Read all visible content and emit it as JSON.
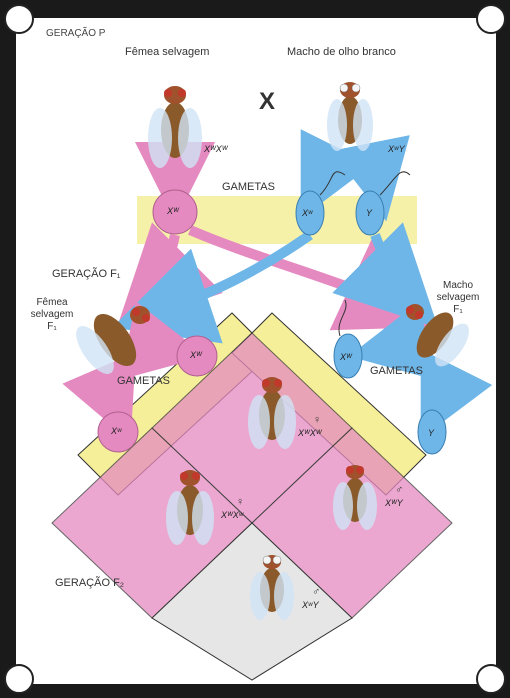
{
  "generation_p": "GERAÇÃO P",
  "female_wild_label": "Fêmea selvagem",
  "male_white_eye_label": "Macho de olho branco",
  "cross_symbol": "X",
  "female_genotype": "XᵂXᵂ",
  "male_genotype": "XʷY",
  "gametes_label": "GAMETAS",
  "gamete_female_p": "Xᵂ",
  "gamete_male_p_x": "Xʷ",
  "gamete_male_p_y": "Y",
  "generation_f1": "GERAÇÃO F₁",
  "female_wild_f1_l1": "Fêmea",
  "female_wild_f1_l2": "selvagem",
  "female_wild_f1_l3": "F₁",
  "male_wild_f1_l1": "Macho",
  "male_wild_f1_l2": "selvagem",
  "male_wild_f1_l3": "F₁",
  "gametes_left_label": "GAMETAS",
  "gametes_right_label": "GAMETAS",
  "gamete_f1_female_1": "Xᵂ",
  "gamete_f1_female_2": "Xʷ",
  "gamete_f1_male_1": "Xᵂ",
  "gamete_f1_male_2": "Y",
  "generation_f2": "GERAÇÃO F₂",
  "f2_top_symbol": "♀",
  "f2_top_genotype": "XᵂXᵂ",
  "f2_left_symbol": "♀",
  "f2_left_genotype": "XᵂXʷ",
  "f2_right_symbol": "♂",
  "f2_right_genotype": "XᵂY",
  "f2_bottom_symbol": "♂",
  "f2_bottom_genotype": "XʷY",
  "colors": {
    "frame": "#1a1a1a",
    "pink": "#e58ac0",
    "pink_light": "#f3c6df",
    "blue": "#6fb6e8",
    "yellow": "#f5ef9a",
    "grid_gray": "#e6e6e6"
  }
}
